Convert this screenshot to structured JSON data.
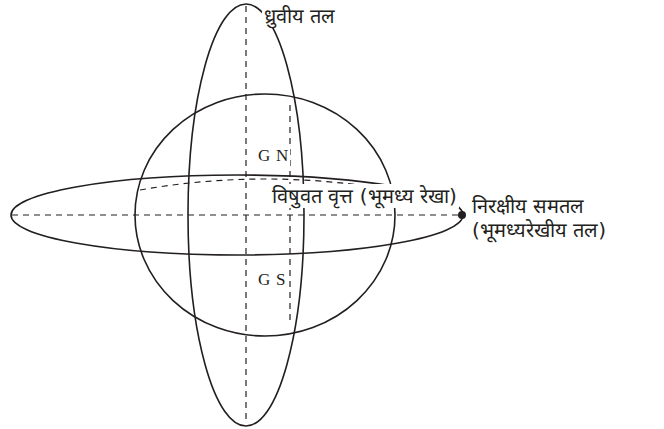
{
  "diagram": {
    "labels": [
      "ध्रुवीय तल",
      "G",
      "N",
      "विषुवत वृत्त (भूमध्य रेखा)",
      "निरक्षीय समतल (भूमध्यरेखीय तल)",
      "G",
      "S"
    ]
  }
}
